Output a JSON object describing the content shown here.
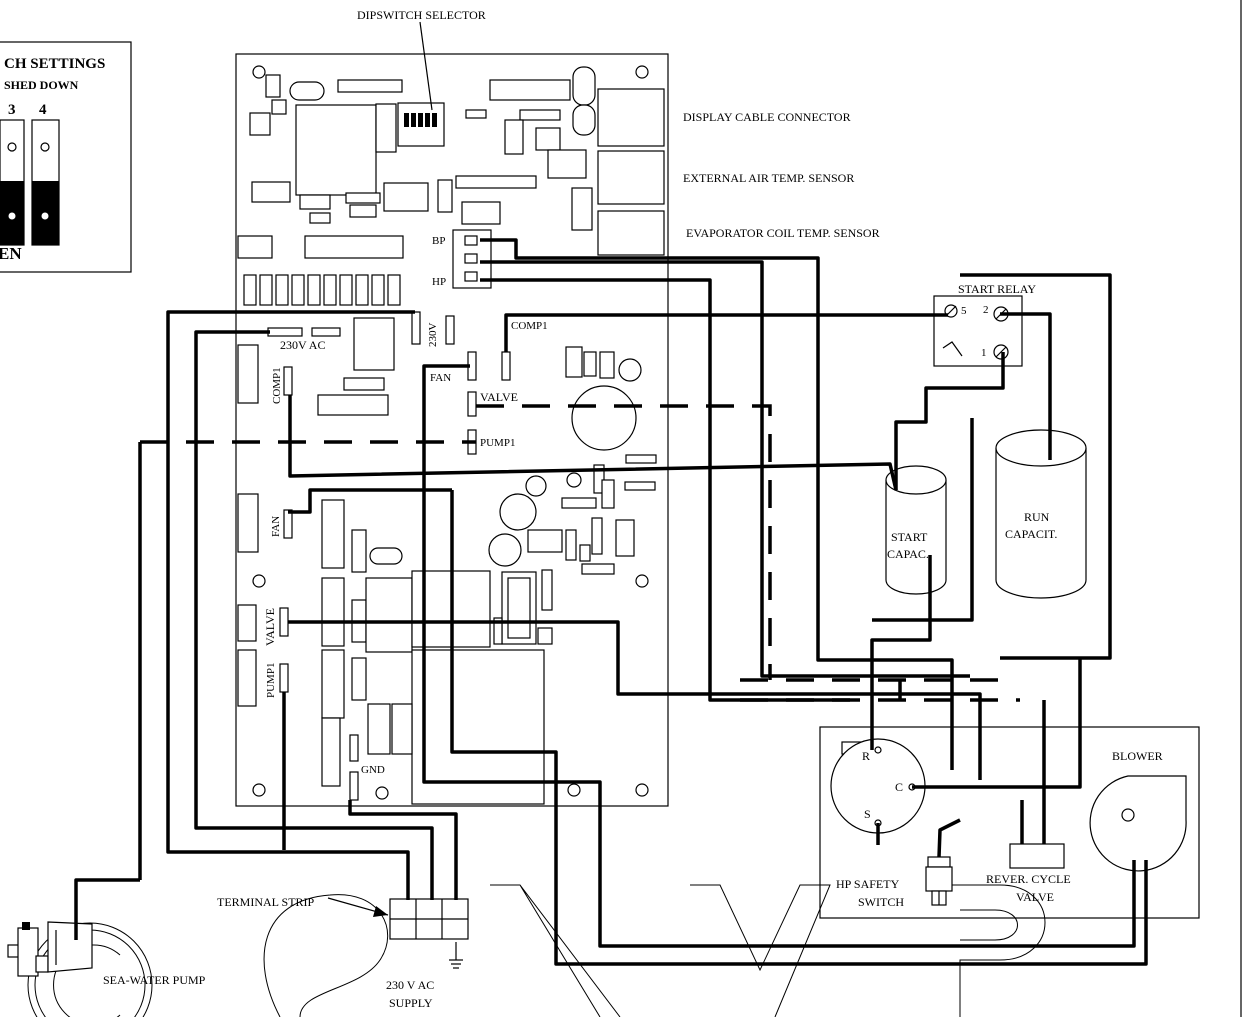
{
  "labels": {
    "dipswitch_selector": "DIPSWITCH SELECTOR",
    "display_cable_connector": "DISPLAY CABLE CONNECTOR",
    "external_air_temp_sensor": "EXTERNAL  AIR TEMP. SENSOR",
    "evaporator_coil_temp_sensor": "EVAPORATOR COIL TEMP. SENSOR",
    "bp": "BP",
    "hp": "HP",
    "comp1_top": "COMP1",
    "v230_vertical": "230V",
    "v230_ac": "230V AC",
    "comp1_left": "COMP1",
    "fan_mid": "FAN",
    "valve_mid": "VALVE",
    "pump1_mid": "PUMP1",
    "fan_left": "FAN",
    "valve_left": "VALVE",
    "pump1_left": "PUMP1",
    "gnd": "GND",
    "terminal_strip": "TERMINAL STRIP",
    "supply_line1": "230 V AC",
    "supply_line2": "SUPPLY",
    "sea_water_pump": "SEA-WATER PUMP",
    "start_relay": "START RELAY",
    "relay_5": "5",
    "relay_2": "2",
    "relay_1": "1",
    "run_capacitor_line1": "RUN",
    "run_capacitor_line2": "CAPACIT.",
    "start_capacitor_line1": "START",
    "start_capacitor_line2": "CAPAC.",
    "comp_r": "R",
    "comp_c": "C",
    "comp_s": "S",
    "blower": "BLOWER",
    "hp_safety_line1": "HP SAFETY",
    "hp_safety_line2": "SWITCH",
    "rev_valve_line1": "REVER. CYCLE",
    "rev_valve_line2": "VALVE"
  },
  "dipswitch_panel": {
    "title_line1": "CH SETTINGS",
    "title_line2": "SHED DOWN",
    "switch_3": "3",
    "switch_4": "4",
    "footer": "EN"
  }
}
